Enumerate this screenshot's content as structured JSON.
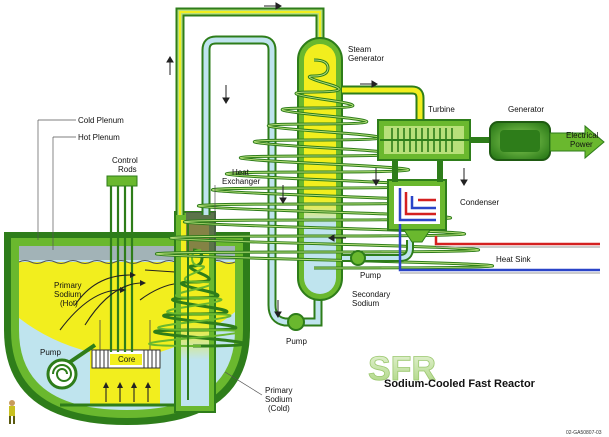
{
  "labels": {
    "cold_plenum": "Cold Plenum",
    "hot_plenum": "Hot Plenum",
    "control_rods_1": "Control",
    "control_rods_2": "Rods",
    "heat_exchanger_1": "Heat",
    "heat_exchanger_2": "Exchanger",
    "steam_generator_1": "Steam",
    "steam_generator_2": "Generator",
    "turbine": "Turbine",
    "generator": "Generator",
    "electrical_power_1": "Electrical",
    "electrical_power_2": "Power",
    "condenser": "Condenser",
    "heat_sink": "Heat Sink",
    "pump_secondary": "Pump",
    "secondary_sodium_1": "Secondary",
    "secondary_sodium_2": "Sodium",
    "pump_loop": "Pump",
    "primary_hot_1": "Primary",
    "primary_hot_2": "Sodium",
    "primary_hot_3": "(Hot)",
    "pump_primary": "Pump",
    "core": "Core",
    "primary_cold_1": "Primary",
    "primary_cold_2": "Sodium",
    "primary_cold_3": "(Cold)"
  },
  "logo": {
    "acronym": "SFR"
  },
  "title": "Sodium-Cooled Fast Reactor",
  "code": "02-GA50807-03",
  "colors": {
    "green_dark": "#2e7d1a",
    "green_mid": "#6ab82e",
    "green_light": "#b8e07a",
    "yellow": "#f2ee1e",
    "cold_blue": "#bfe4ee",
    "red": "#d42020",
    "blue": "#2a44c8",
    "gray": "#7a7a7a",
    "teal_pipe": "#3e8e6e"
  }
}
